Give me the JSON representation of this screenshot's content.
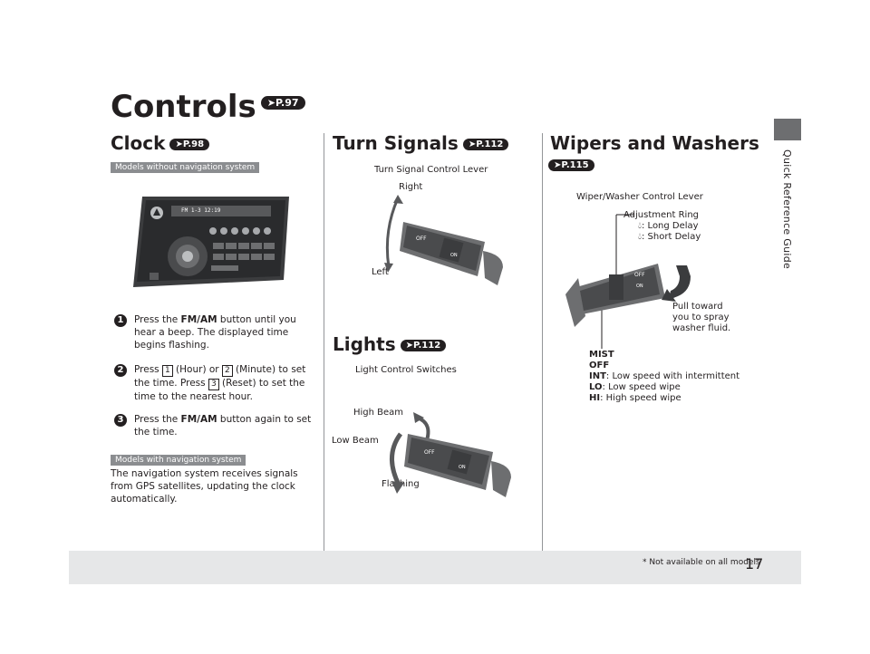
{
  "page": {
    "title": "Controls",
    "title_ref": "P.97",
    "side_tab": "Quick Reference Guide",
    "page_number": "17",
    "footnote": "* Not available on all models"
  },
  "clock": {
    "title": "Clock",
    "ref": "P.98",
    "badge_without_nav": "Models without navigation system",
    "radio_display": "FM 1-3   12:19",
    "steps": [
      {
        "marker": "1",
        "parts": [
          "Press the ",
          "FM/AM",
          " button until you hear a beep. The displayed time begins flashing."
        ]
      },
      {
        "marker": "2",
        "parts": [
          "Press ",
          "1",
          " (Hour) or ",
          "2",
          " (Minute) to set the time. Press ",
          "3",
          " (Reset) to set the time to the nearest hour."
        ]
      },
      {
        "marker": "3",
        "parts": [
          "Press the ",
          "FM/AM",
          " button again to set the time."
        ]
      }
    ],
    "badge_with_nav": "Models with navigation system",
    "nav_text": "The navigation system receives signals from GPS satellites, updating the clock automatically."
  },
  "turn_signals": {
    "title": "Turn Signals",
    "ref": "P.112",
    "lever_label": "Turn Signal Control Lever",
    "right_label": "Right",
    "left_label": "Left"
  },
  "lights": {
    "title": "Lights",
    "ref": "P.112",
    "switch_label": "Light Control Switches",
    "high_beam": "High Beam",
    "low_beam": "Low Beam",
    "flashing": "Flashing"
  },
  "wipers": {
    "title": "Wipers and Washers",
    "ref": "P.115",
    "lever_label": "Wiper/Washer Control Lever",
    "adjust_ring": "Adjustment Ring",
    "long_delay": ": Long Delay",
    "short_delay": ": Short Delay",
    "pull_toward": "Pull toward",
    "to_spray": "you to spray",
    "washer_fluid": "washer fluid.",
    "modes": [
      {
        "key": "MIST",
        "desc": ""
      },
      {
        "key": "OFF",
        "desc": ""
      },
      {
        "key": "INT",
        "desc": ": Low speed with intermittent"
      },
      {
        "key": "LO",
        "desc": ": Low speed wipe"
      },
      {
        "key": "HI",
        "desc": ": High speed wipe"
      }
    ]
  },
  "colors": {
    "text": "#231f20",
    "badge": "#8b8d90",
    "band": "#e6e7e8",
    "tab": "#6d6e70"
  }
}
